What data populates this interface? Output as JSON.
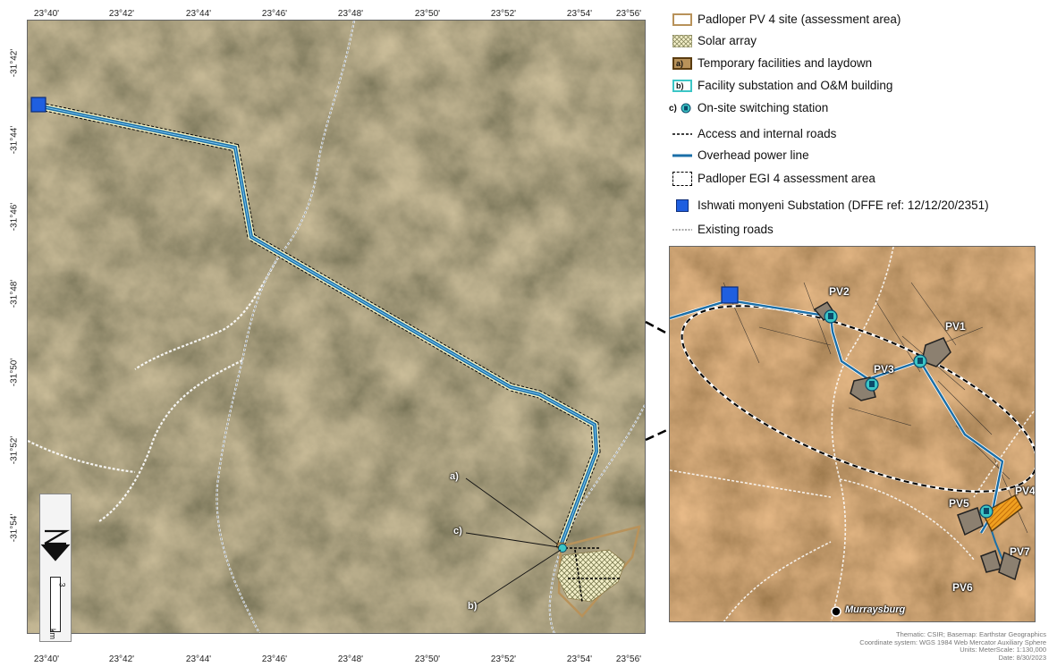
{
  "main_map": {
    "lon_ticks": [
      "23°40'",
      "23°42'",
      "23°44'",
      "23°46'",
      "23°48'",
      "23°50'",
      "23°52'",
      "23°54'",
      "23°56'"
    ],
    "lat_ticks": [
      "-31°42'",
      "-31°44'",
      "-31°46'",
      "-31°48'",
      "-31°50'",
      "-31°52'",
      "-31°54'"
    ],
    "callouts": {
      "a": "a)",
      "b": "b)",
      "c": "c)"
    },
    "scale": {
      "value": "3",
      "unit": "km"
    }
  },
  "legend": {
    "items": [
      {
        "key": "pv4_site",
        "label": "Padloper PV 4 site (assessment area)"
      },
      {
        "key": "solar_array",
        "label": "Solar array"
      },
      {
        "key": "temporary",
        "prefix": "a)",
        "label": "Temporary facilities and laydown"
      },
      {
        "key": "substation",
        "prefix": "b)",
        "label": "Facility substation and O&M building"
      },
      {
        "key": "switching",
        "prefix": "c)",
        "label": "On-site switching station"
      },
      {
        "key": "access_roads",
        "label": "Access and internal roads"
      },
      {
        "key": "power_line",
        "label": "Overhead power line"
      },
      {
        "key": "egi_area",
        "label": "Padloper EGI 4 assessment area"
      },
      {
        "key": "ishwati",
        "label": "Ishwati monyeni Substation (DFFE ref: 12/12/20/2351)"
      },
      {
        "key": "existing_roads",
        "label": "Existing roads"
      }
    ]
  },
  "inset": {
    "labels": [
      "PV1",
      "PV2",
      "PV3",
      "PV4",
      "PV5",
      "PV6",
      "PV7"
    ],
    "town": "Murraysburg"
  },
  "credits": {
    "line1": "Thematic: CSIR; Basemap: Earthstar Geographics",
    "line2": "Coordinate system: WGS 1984 Web Mercator Auxiliary Sphere",
    "line3": "Units: MeterScale: 1:130,000",
    "line4": "Date: 8/30/2023"
  },
  "colors": {
    "power_line": "#1b6fa8",
    "substation_blue": "#1f5fe0",
    "site_outline": "#b8925a",
    "facility_cyan": "#3cc6c6",
    "terrain_dark": "#5b4a32",
    "terrain_light": "#9a7c55",
    "inset_terrain": "#a0673a"
  }
}
